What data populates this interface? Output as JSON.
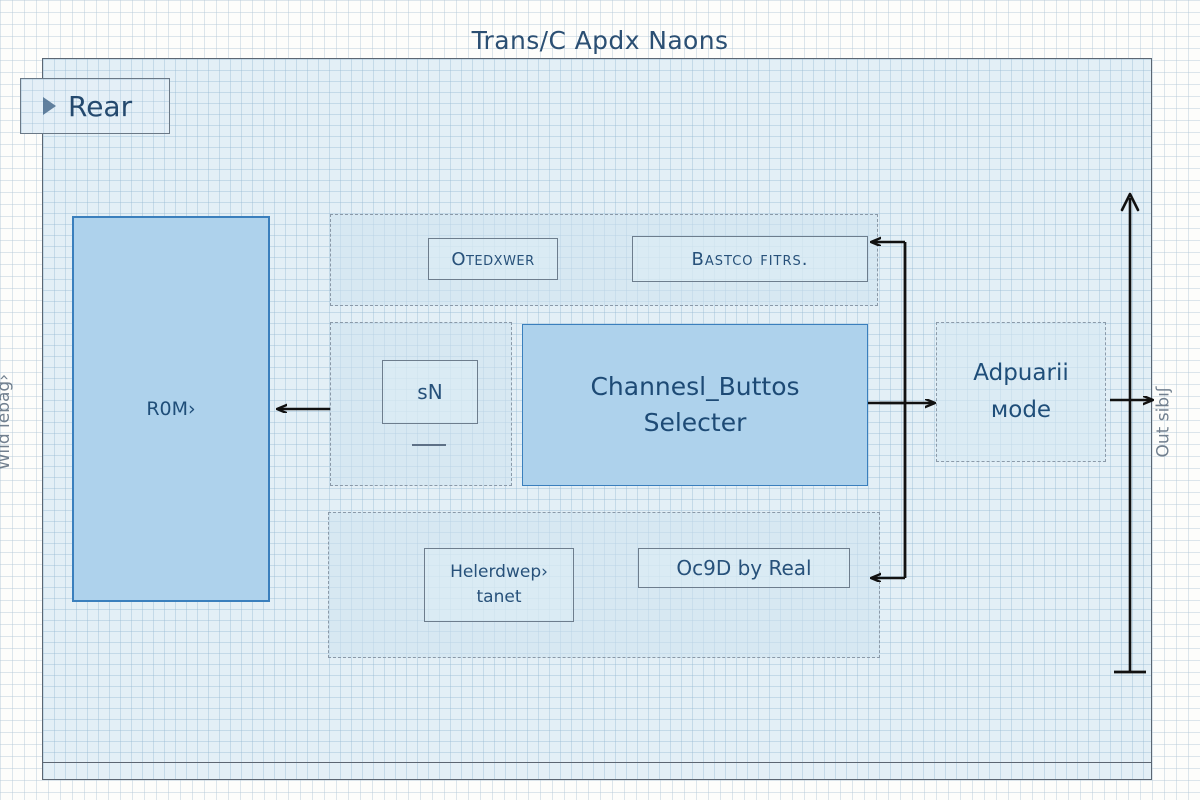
{
  "title": "Trans/C Apdx Naons",
  "tab": {
    "label": "Rear",
    "icon": "play-triangle-icon"
  },
  "side_labels": {
    "left": "Wild lebag›",
    "right": "Out sibıʃ"
  },
  "blocks": {
    "rom": {
      "label": "R0M›"
    },
    "channel": {
      "line1": "Channesl_Buttos",
      "line2": "Selecter"
    },
    "adpuarii": {
      "line1": "Adpuarii",
      "line2": "мode"
    }
  },
  "groups": {
    "top": {
      "items": [
        {
          "label": "Otedxwer"
        },
        {
          "label": "Bastco fitrs."
        }
      ]
    },
    "middle": {
      "items": [
        {
          "label": "sN"
        }
      ]
    },
    "bottom": {
      "items": [
        {
          "line1": "Helerdwер›",
          "line2": "tanet"
        },
        {
          "label": "Oc9D by Real"
        }
      ]
    }
  },
  "colors": {
    "accent_fill": "#aed2ec",
    "accent_stroke": "#3a7fbd",
    "panel_fill": "#e3eff6",
    "frame_stroke": "#5c6672",
    "text": "#1f4e79",
    "dashed_stroke": "#8a99a8",
    "arrow": "#111111"
  },
  "arrows": {
    "to_rom": "left-arrow-to-rom",
    "to_adpuarii": "right-arrow-to-adpuarii",
    "trunk_up": "branch-arrow-to-top-group",
    "trunk_down": "branch-arrow-to-bottom-group",
    "outer_axis": "vertical-axis-arrow"
  }
}
